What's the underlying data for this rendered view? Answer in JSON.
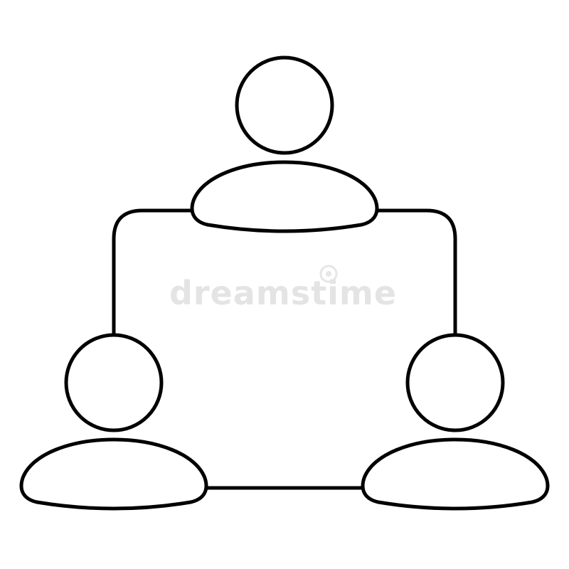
{
  "colors": {
    "background": "#ffffff",
    "stroke": "#000000",
    "watermark": "#e4e4e4"
  },
  "watermark": {
    "text": "dreamstime",
    "icon": "dreamstime-logo-icon"
  },
  "nodes": [
    {
      "id": "top",
      "icon": "person-icon"
    },
    {
      "id": "bottom-left",
      "icon": "person-icon"
    },
    {
      "id": "bottom-right",
      "icon": "person-icon"
    }
  ]
}
